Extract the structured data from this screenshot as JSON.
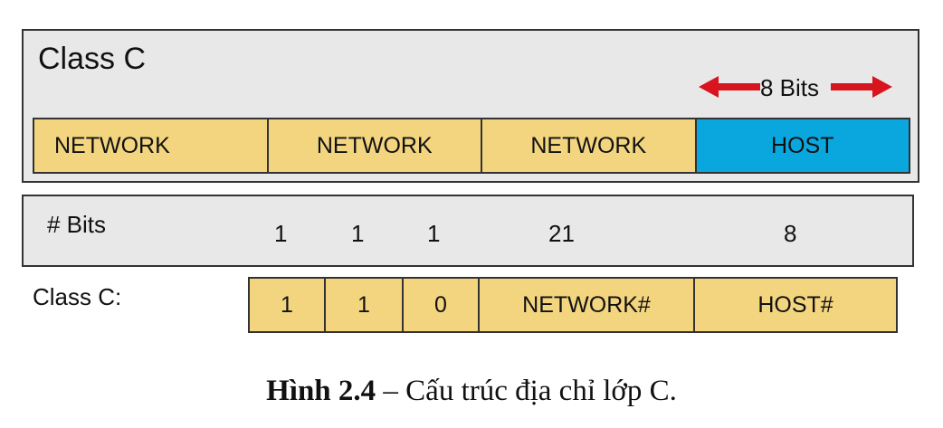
{
  "diagram": {
    "title": "Class C",
    "bits_label": "8 Bits",
    "octets": [
      "NETWORK",
      "NETWORK",
      "NETWORK",
      "HOST"
    ],
    "bits_row": {
      "label": "# Bits",
      "values": [
        "1",
        "1",
        "1",
        "21",
        "8"
      ]
    },
    "address_row": {
      "label": "Class C:",
      "cells": [
        "1",
        "1",
        "0",
        "NETWORK#",
        "HOST#"
      ]
    },
    "colors": {
      "network": "#f3d57f",
      "host": "#0aa6de",
      "panel": "#e8e8e8",
      "arrow": "#d8141e"
    }
  },
  "caption": {
    "label": "Hình 2.4",
    "text": " – Cấu trúc địa chỉ lớp C."
  }
}
